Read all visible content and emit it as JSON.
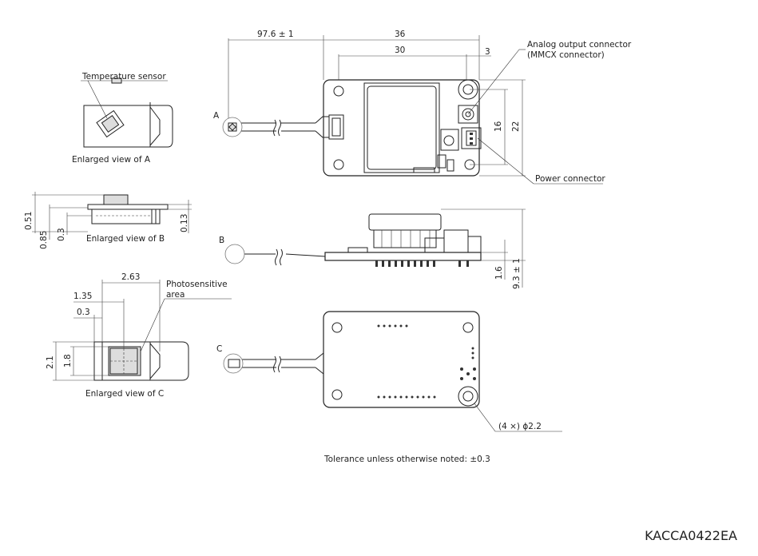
{
  "labels": {
    "temp_sensor": "Temperature sensor",
    "enlarged_a": "Enlarged view of A",
    "enlarged_b": "Enlarged view of B",
    "enlarged_c": "Enlarged view of C",
    "photosensitive_1": "Photosensitive",
    "photosensitive_2": "area",
    "analog_1": "Analog output connector",
    "analog_2": "(MMCX connector)",
    "power": "Power connector",
    "hole_spec": "(4 ×) ϕ2.2",
    "tolerance": "Tolerance unless otherwise noted: ±0.3",
    "doc_code": "KACCA0422EA"
  },
  "markers": {
    "a": "A",
    "b": "B",
    "c": "C"
  },
  "dims": {
    "cable_len": "97.6 ± 1",
    "width_36": "36",
    "width_30": "30",
    "offset_3": "3",
    "height_16": "16",
    "height_22": "22",
    "side_1_6": "1.6",
    "side_9_3": "9.3 ± 1",
    "b_051": "0.51",
    "b_085": "0.85",
    "b_03": "0.3",
    "b_013": "0.13",
    "c_263": "2.63",
    "c_135": "1.35",
    "c_03": "0.3",
    "c_21": "2.1",
    "c_18": "1.8"
  }
}
